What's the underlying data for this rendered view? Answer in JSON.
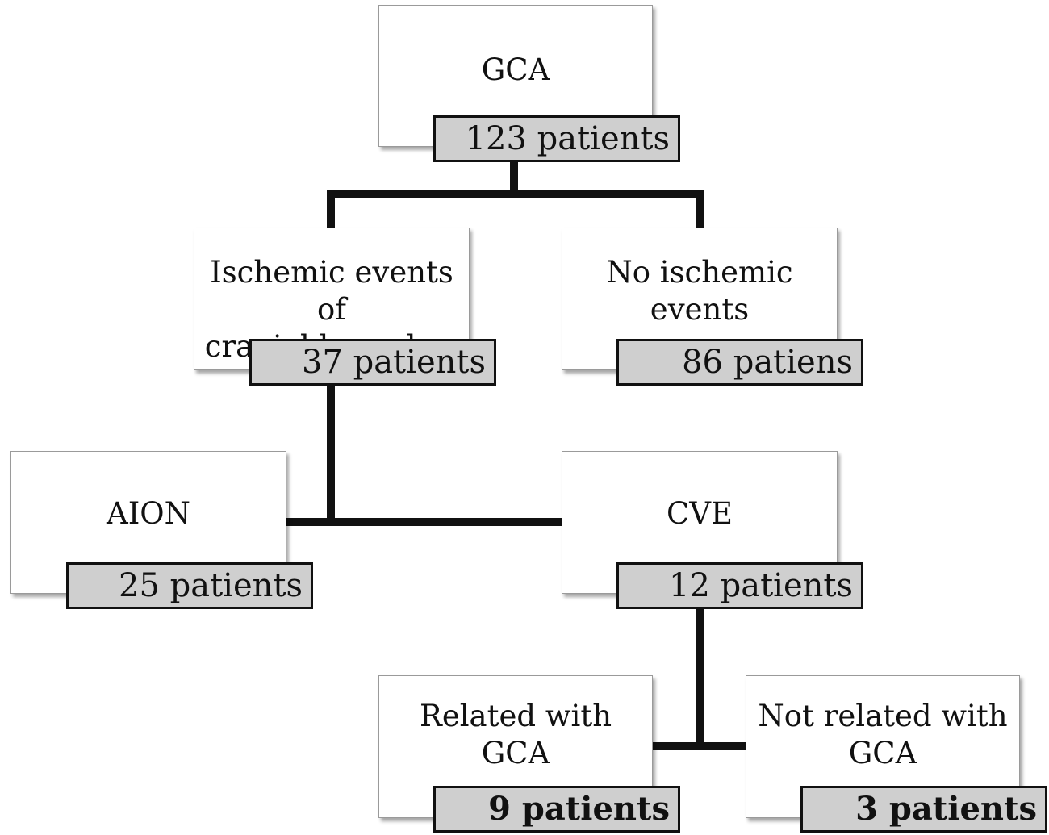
{
  "nodes": {
    "gca": {
      "label": "GCA",
      "count": "123 patients"
    },
    "ischemic": {
      "label": "Ischemic events of\ncranial branches",
      "count": "37 patients"
    },
    "no_ischemic": {
      "label": "No ischemic\nevents",
      "count": "86 patiens"
    },
    "aion": {
      "label": "AION",
      "count": "25 patients"
    },
    "cve": {
      "label": "CVE",
      "count": "12 patients"
    },
    "related": {
      "label": "Related with\nGCA",
      "count": "9 patients"
    },
    "not_related": {
      "label": "Not related with\nGCA",
      "count": "3 patients"
    }
  },
  "colors": {
    "box_fill": "#ffffff",
    "count_fill": "#cfcfcf",
    "line": "#111111"
  }
}
